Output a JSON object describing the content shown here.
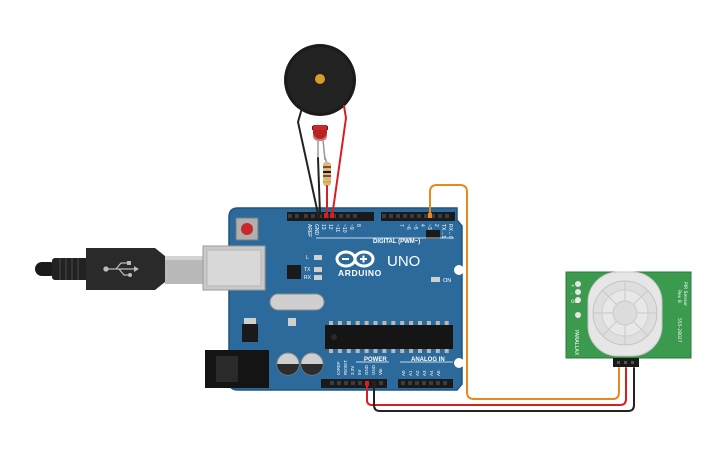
{
  "board": {
    "brand": "ARDUINO",
    "model": "UNO",
    "digital_header_label": "DIGITAL (PWM~)",
    "on_label": "ON",
    "power_header_label": "POWER",
    "analog_header_label": "ANALOG IN",
    "led_l_label": "L",
    "led_tx_label": "TX",
    "led_rx_label": "RX",
    "top_pins": [
      "AREF",
      "GND",
      "13",
      "12",
      "~11",
      "~10",
      "~9",
      "8",
      "7",
      "~6",
      "~5",
      "4",
      "~3",
      "2",
      "TX→1",
      "RX←0"
    ],
    "power_pins": [
      "IOREF",
      "RESET",
      "3.3V",
      "5V",
      "GND",
      "GND",
      "Vin"
    ],
    "analog_pins": [
      "A0",
      "A1",
      "A2",
      "A3",
      "A4",
      "A5"
    ]
  },
  "pir": {
    "left_label": "PIR Sensor",
    "right_label_1": "Rev B",
    "right_label_2": "555-28027",
    "maker": "PARALLAX",
    "pin_marks": [
      "+",
      "-",
      "Out"
    ]
  },
  "colors": {
    "board": "#2b6a9a",
    "board_edge": "#1f5480",
    "pcb_green": "#3a9a4e",
    "wire_orange": "#e8891a",
    "wire_red": "#d81e1e",
    "wire_black": "#222222",
    "led_red": "#c8282a"
  },
  "icons": {
    "usb": "usb-symbol-icon",
    "logo": "arduino-infinity-logo"
  }
}
